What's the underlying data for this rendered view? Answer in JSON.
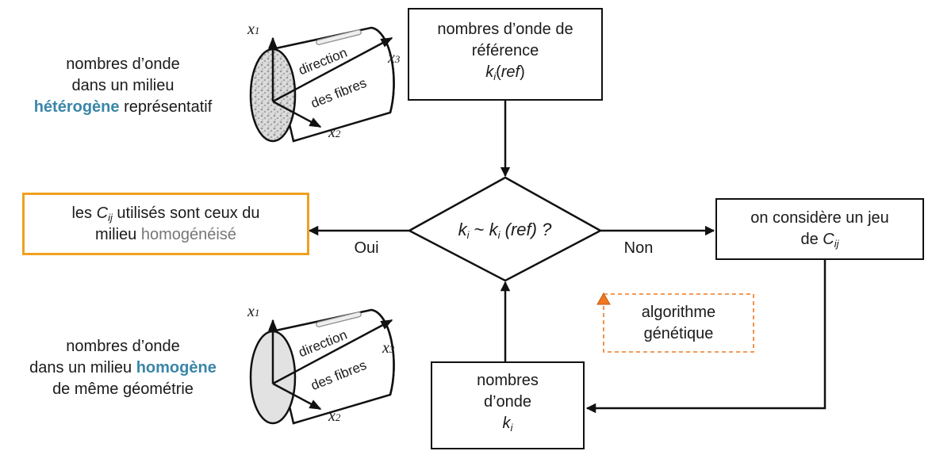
{
  "hetero": {
    "line1": "nombres d’onde",
    "line2": "dans un milieu",
    "accent": "hétérogène",
    "rest": " représentatif"
  },
  "homo": {
    "line1": "nombres d’onde",
    "line2_pre": "dans un milieu ",
    "accent": "homogène",
    "line3": "de même géométrie"
  },
  "ref_box": {
    "line1": "nombres d’onde de",
    "line2": "référence",
    "k": "k",
    "k_sub": "i",
    "k_rest": "(",
    "k_ref": "ref",
    "k_close": ")"
  },
  "decision": {
    "k1": "k",
    "k1_sub": "i",
    "tilde": " ~  ",
    "k2": "k",
    "k2_sub": "i",
    "ref": " (ref) ?"
  },
  "result_box": {
    "pre": "les ",
    "c": "C",
    "c_sub": "ij",
    "post": " utilisés sont ceux du",
    "line2_pre": "milieu ",
    "line2_grey": "homogénéisé"
  },
  "consider_box": {
    "line1": "on considère un jeu",
    "line2_pre": "de ",
    "c": "C",
    "c_sub": "ij"
  },
  "bottom_box": {
    "line1": "nombres",
    "line2": "d’onde",
    "k": "k",
    "k_sub": "i"
  },
  "algo": {
    "line1": "algorithme",
    "line2": "génétique"
  },
  "branches": {
    "yes": "Oui",
    "no": "Non"
  },
  "cylinder": {
    "label_direction": "direction",
    "label_fibres": "des fibres",
    "x": "x",
    "sub1": "1",
    "sub2": "2",
    "sub3": "3"
  },
  "colors": {
    "accent": "#3a86a8",
    "highlight": "#f0a020",
    "algo": "#f07820",
    "line": "#111111"
  }
}
